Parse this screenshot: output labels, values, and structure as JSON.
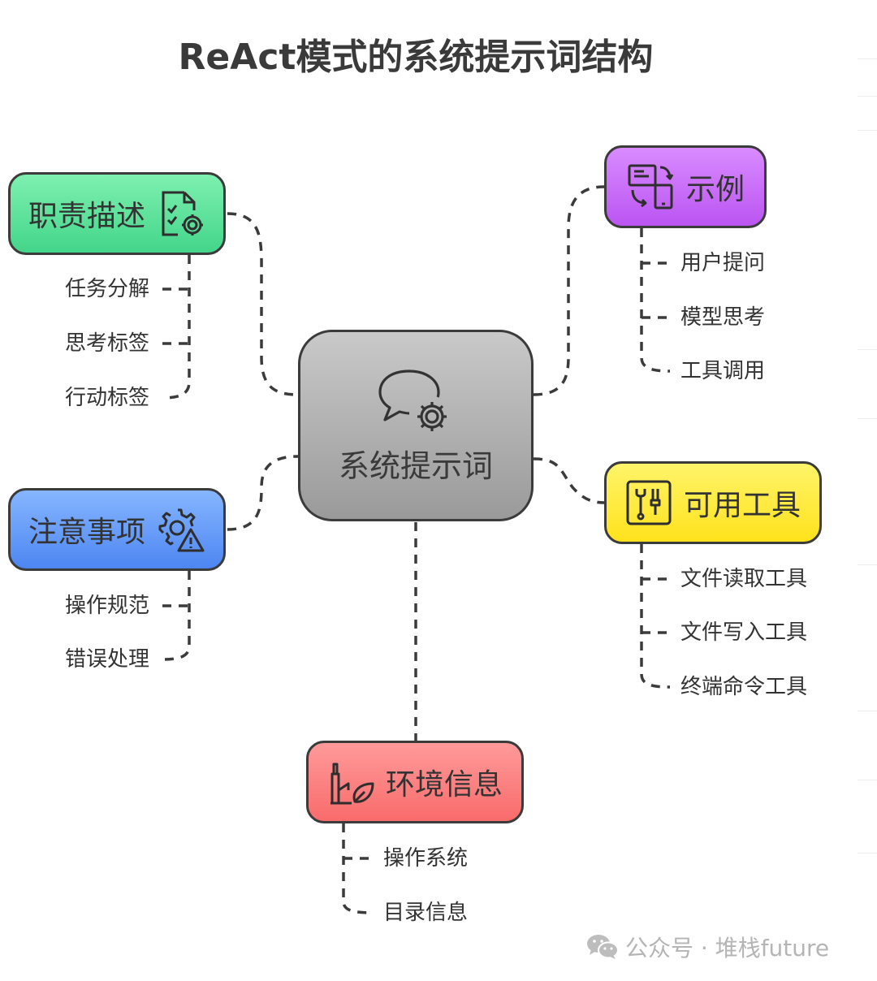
{
  "title": "ReAct模式的系统提示词结构",
  "center": {
    "label": "系统提示词",
    "icon": "chat-gear-icon"
  },
  "branches": {
    "duty": {
      "label": "职责描述",
      "icon": "document-gear-icon",
      "color": "#4fe08f",
      "items": [
        "任务分解",
        "思考标签",
        "行动标签"
      ]
    },
    "note": {
      "label": "注意事项",
      "icon": "gear-warning-icon",
      "color": "#5b93f5",
      "items": [
        "操作规范",
        "错误处理"
      ]
    },
    "example": {
      "label": "示例",
      "icon": "message-device-icon",
      "color": "#c565f5",
      "items": [
        "用户提问",
        "模型思考",
        "工具调用"
      ]
    },
    "tools": {
      "label": "可用工具",
      "icon": "toolbox-icon",
      "color": "#ffe82e",
      "items": [
        "文件读取工具",
        "文件写入工具",
        "终端命令工具"
      ]
    },
    "env": {
      "label": "环境信息",
      "icon": "factory-leaf-icon",
      "color": "#fb7a7a",
      "items": [
        "操作系统",
        "目录信息"
      ]
    }
  },
  "watermark": {
    "text": "公众号 · 堆栈future",
    "icon": "wechat-icon"
  }
}
